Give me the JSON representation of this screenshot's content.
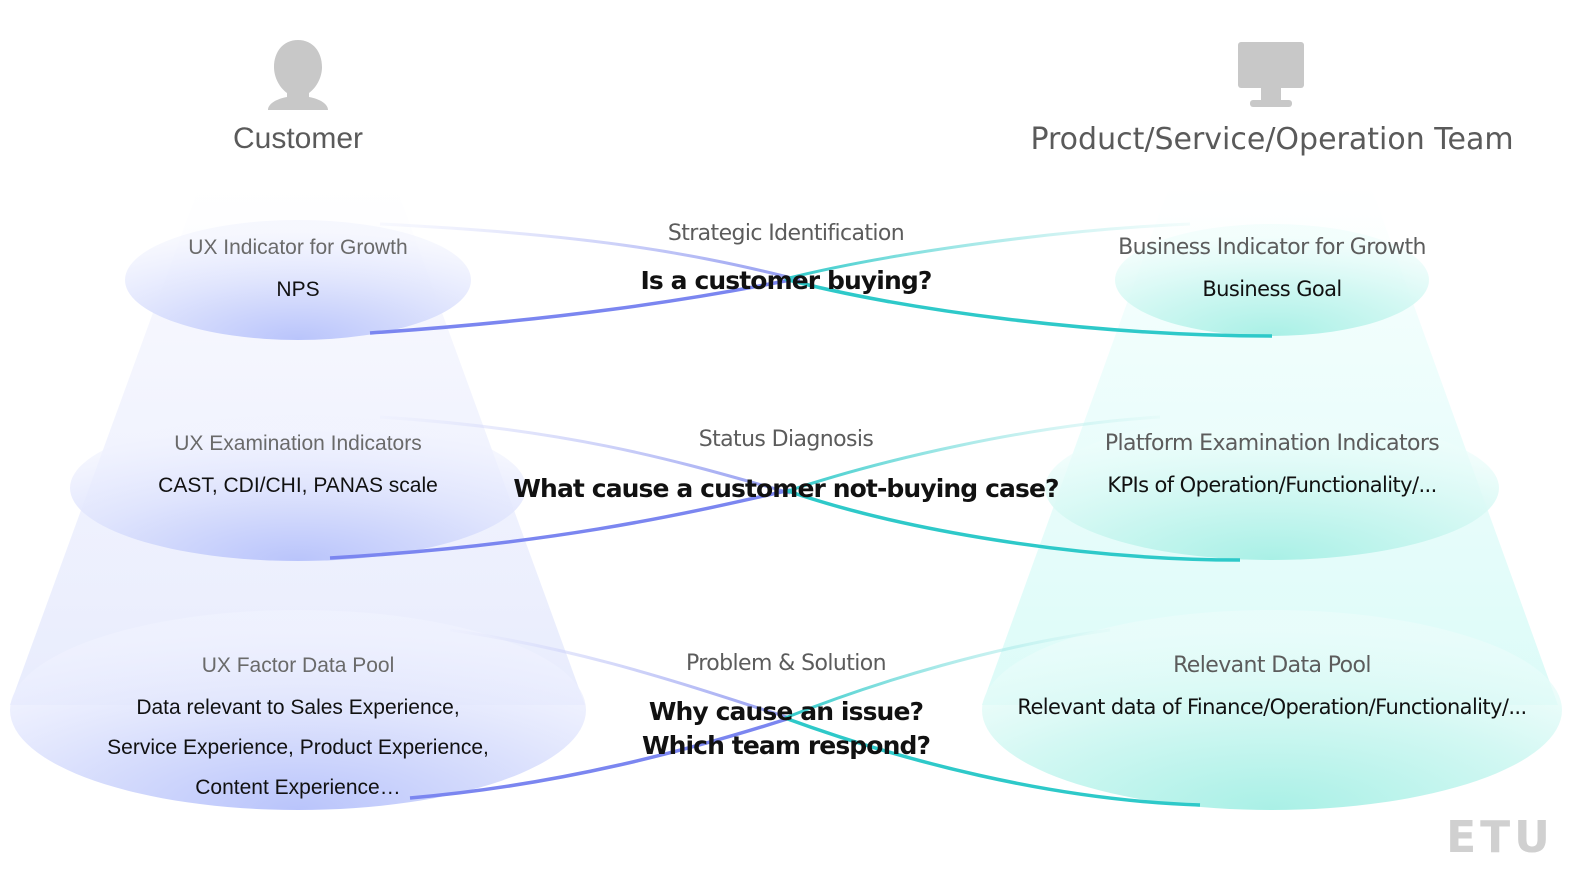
{
  "colors": {
    "customer_accent": "#7b86f0",
    "team_accent": "#2ec9c9",
    "customer_fill": "#c3cbfb",
    "team_fill": "#b3f2ea",
    "icon_gray": "#c8c8c8"
  },
  "customer": {
    "icon": "person-icon",
    "title": "Customer",
    "levels": [
      {
        "title": "UX Indicator for Growth",
        "desc": [
          "NPS"
        ]
      },
      {
        "title": "UX Examination Indicators",
        "desc": [
          "CAST, CDI/CHI, PANAS scale"
        ]
      },
      {
        "title": "UX Factor Data Pool",
        "desc": [
          "Data relevant to Sales Experience,",
          "Service Experience, Product Experience,",
          "Content Experience…"
        ]
      }
    ]
  },
  "team": {
    "icon": "monitor-icon",
    "title": "Product/Service/Operation Team",
    "levels": [
      {
        "title": "Business Indicator for Growth",
        "desc": [
          "Business Goal"
        ]
      },
      {
        "title": "Platform Examination Indicators",
        "desc": [
          "KPIs of Operation/Functionality/..."
        ]
      },
      {
        "title": "Relevant Data Pool",
        "desc": [
          "Relevant data of Finance/Operation/Functionality/..."
        ]
      }
    ]
  },
  "links": [
    {
      "label": "Strategic Identification",
      "question": [
        "Is a customer buying?"
      ]
    },
    {
      "label": "Status Diagnosis",
      "question": [
        "What cause a customer not-buying case?"
      ]
    },
    {
      "label": "Problem & Solution",
      "question": [
        "Why cause an issue?",
        "Which team respond?"
      ]
    }
  ],
  "logo": "ETU"
}
